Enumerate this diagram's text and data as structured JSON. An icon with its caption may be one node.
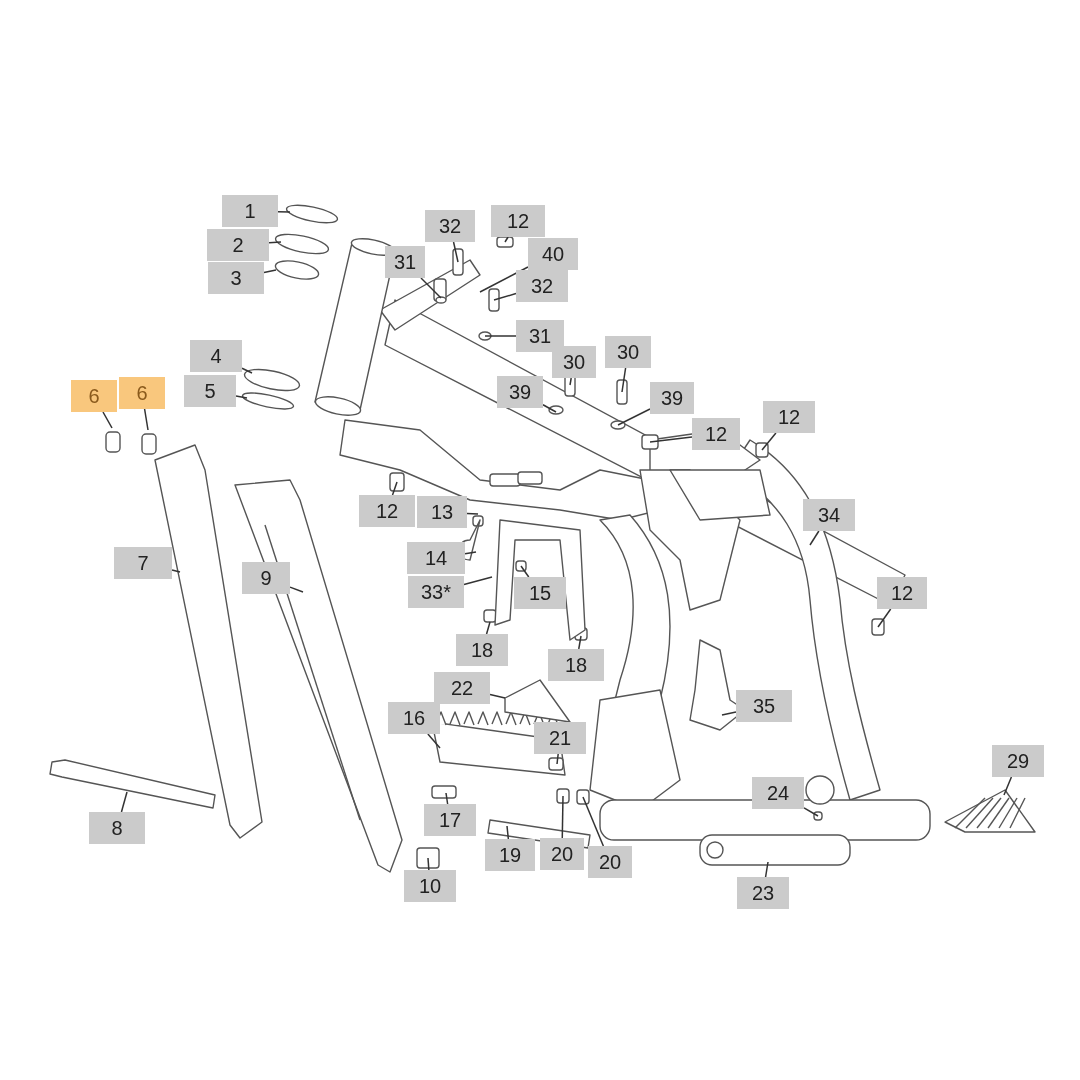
{
  "diagram": {
    "nodes": [
      {
        "text": [
          "1"
        ]
      },
      {
        "text": [
          "2"
        ]
      },
      {
        "text": [
          "3"
        ]
      },
      {
        "text": [
          "4"
        ]
      },
      {
        "text": [
          "5"
        ]
      },
      {
        "text": [
          "6"
        ]
      },
      {
        "text": [
          "6"
        ]
      },
      {
        "text": [
          "7"
        ]
      },
      {
        "text": [
          "8"
        ]
      },
      {
        "text": [
          "9"
        ]
      },
      {
        "text": [
          "10"
        ]
      },
      {
        "text": [
          "12"
        ]
      },
      {
        "text": [
          "13"
        ]
      },
      {
        "text": [
          "14"
        ]
      },
      {
        "text": [
          "33*"
        ]
      },
      {
        "text": [
          "15"
        ]
      },
      {
        "text": [
          "18"
        ]
      },
      {
        "text": [
          "18"
        ]
      },
      {
        "text": [
          "22"
        ]
      },
      {
        "text": [
          "16"
        ]
      },
      {
        "text": [
          "21"
        ]
      },
      {
        "text": [
          "17"
        ]
      },
      {
        "text": [
          "19"
        ]
      },
      {
        "text": [
          "20"
        ]
      },
      {
        "text": [
          "20"
        ]
      },
      {
        "text": [
          "24"
        ]
      },
      {
        "text": [
          "23"
        ]
      },
      {
        "text": [
          "29"
        ]
      },
      {
        "text": [
          "35"
        ]
      },
      {
        "text": [
          "12"
        ]
      },
      {
        "text": [
          "34"
        ]
      },
      {
        "text": [
          "12"
        ]
      },
      {
        "text": [
          "12"
        ]
      },
      {
        "text": [
          "39"
        ]
      },
      {
        "text": [
          "39"
        ]
      },
      {
        "text": [
          "30"
        ]
      },
      {
        "text": [
          "30"
        ]
      },
      {
        "text": [
          "31"
        ]
      },
      {
        "text": [
          "32"
        ]
      },
      {
        "text": [
          "12"
        ]
      },
      {
        "text": [
          "40"
        ]
      },
      {
        "text": [
          "32"
        ]
      },
      {
        "text": [
          "31"
        ]
      }
    ],
    "edges": [
      {
        "from": 0,
        "to": null,
        "arrow": "none"
      },
      {
        "from": 1,
        "to": null,
        "arrow": "none"
      },
      {
        "from": 2,
        "to": null,
        "arrow": "none"
      },
      {
        "from": 3,
        "to": null,
        "arrow": "none"
      },
      {
        "from": 4,
        "to": null,
        "arrow": "none"
      },
      {
        "from": 5,
        "to": null,
        "arrow": "none"
      },
      {
        "from": 6,
        "to": null,
        "arrow": "none"
      },
      {
        "from": 7,
        "to": null,
        "arrow": "none"
      },
      {
        "from": 8,
        "to": null,
        "arrow": "none"
      },
      {
        "from": 9,
        "to": null,
        "arrow": "none"
      },
      {
        "from": 10,
        "to": null,
        "arrow": "none"
      },
      {
        "from": 11,
        "to": null,
        "arrow": "none"
      },
      {
        "from": 12,
        "to": null,
        "arrow": "none"
      },
      {
        "from": 13,
        "to": null,
        "arrow": "none"
      },
      {
        "from": 14,
        "to": null,
        "arrow": "none"
      },
      {
        "from": 15,
        "to": null,
        "arrow": "none"
      },
      {
        "from": 16,
        "to": null,
        "arrow": "none"
      },
      {
        "from": 17,
        "to": null,
        "arrow": "none"
      },
      {
        "from": 18,
        "to": null,
        "arrow": "none"
      },
      {
        "from": 19,
        "to": null,
        "arrow": "none"
      },
      {
        "from": 20,
        "to": null,
        "arrow": "none"
      },
      {
        "from": 21,
        "to": null,
        "arrow": "none"
      },
      {
        "from": 22,
        "to": null,
        "arrow": "none"
      },
      {
        "from": 23,
        "to": null,
        "arrow": "none"
      },
      {
        "from": 24,
        "to": null,
        "arrow": "none"
      },
      {
        "from": 25,
        "to": null,
        "arrow": "none"
      },
      {
        "from": 26,
        "to": null,
        "arrow": "none"
      },
      {
        "from": 27,
        "to": null,
        "arrow": "none"
      },
      {
        "from": 28,
        "to": null,
        "arrow": "none"
      },
      {
        "from": 29,
        "to": null,
        "arrow": "none"
      },
      {
        "from": 30,
        "to": null,
        "arrow": "none"
      },
      {
        "from": 31,
        "to": null,
        "arrow": "none"
      },
      {
        "from": 32,
        "to": null,
        "arrow": "none"
      },
      {
        "from": 33,
        "to": null,
        "arrow": "none"
      },
      {
        "from": 34,
        "to": null,
        "arrow": "none"
      },
      {
        "from": 35,
        "to": null,
        "arrow": "none"
      },
      {
        "from": 36,
        "to": null,
        "arrow": "none"
      },
      {
        "from": 37,
        "to": null,
        "arrow": "none"
      },
      {
        "from": 38,
        "to": null,
        "arrow": "none"
      },
      {
        "from": 39,
        "to": null,
        "arrow": "none"
      },
      {
        "from": 40,
        "to": null,
        "arrow": "none"
      },
      {
        "from": 41,
        "to": null,
        "arrow": "none"
      },
      {
        "from": 42,
        "to": null,
        "arrow": "none"
      }
    ]
  }
}
